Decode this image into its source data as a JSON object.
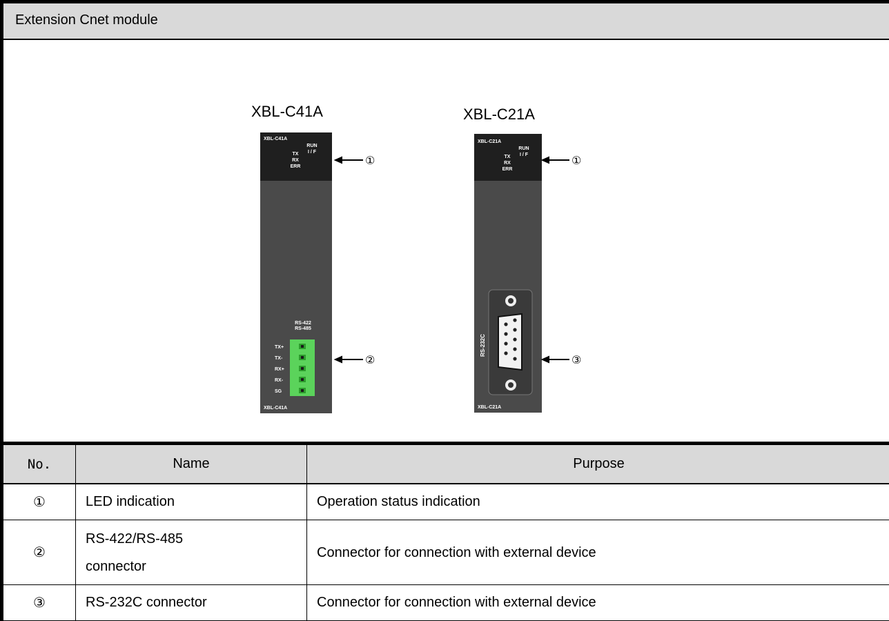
{
  "header": {
    "title": "Extension Cnet module"
  },
  "modules": [
    {
      "title": "XBL-C41A",
      "panel_top_label": "XBL-C41A",
      "panel_bottom_label": "XBL-C41A",
      "leds_right": [
        "RUN",
        "I / F"
      ],
      "leds_left": [
        "TX",
        "RX",
        "ERR"
      ],
      "port_label": [
        "RS-422",
        "RS-485"
      ],
      "terminals": [
        "TX+",
        "TX-",
        "RX+",
        "RX-",
        "SG"
      ],
      "callouts": [
        "①",
        "②"
      ]
    },
    {
      "title": "XBL-C21A",
      "panel_top_label": "XBL-C21A",
      "panel_bottom_label": "XBL-C21A",
      "leds_right": [
        "RUN",
        "I / F"
      ],
      "leds_left": [
        "TX",
        "RX",
        "ERR"
      ],
      "port_label": "RS-232C",
      "callouts": [
        "①",
        "③"
      ]
    }
  ],
  "table": {
    "headers": {
      "no": "No.",
      "name": "Name",
      "purpose": "Purpose"
    },
    "rows": [
      {
        "no": "①",
        "name": "LED indication",
        "purpose": "Operation status indication"
      },
      {
        "no": "②",
        "name_line1": "RS-422/RS-485",
        "name_line2": "connector",
        "purpose": "Connector for connection with external device"
      },
      {
        "no": "③",
        "name": "RS-232C connector",
        "purpose": "Connector for connection with external device"
      }
    ]
  },
  "colors": {
    "header_bg": "#d9d9d9",
    "module_body": "#4a4a4a",
    "module_top": "#1f1f1f",
    "terminal_green": "#5bd35b"
  }
}
